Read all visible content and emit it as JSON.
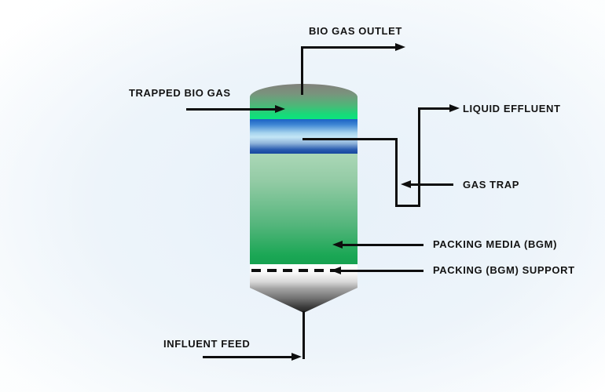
{
  "labels": {
    "bio_gas_outlet": "BIO GAS OUTLET",
    "trapped_bio_gas": "TRAPPED BIO GAS",
    "liquid_effluent": "LIQUID EFFLUENT",
    "gas_trap": "GAS TRAP",
    "packing_media": "PACKING MEDIA (BGM)",
    "packing_support": "PACKING (BGM) SUPPORT",
    "influent_feed": "INFLUENT FEED"
  },
  "colors": {
    "background_tint": "#e7f1f9",
    "line": "#0e0e0e",
    "text": "#131313",
    "dome_gray": "#81817b",
    "headspace_green": "#0ce47d",
    "liquid_dark_blue": "#1a62c4",
    "liquid_light_blue": "#c3e6f6",
    "packing_light_green": "#abd7b7",
    "packing_dark_green": "#16a150",
    "support_white": "#ffffff",
    "support_gray": "#ababab",
    "cone_dark_gray": "#222222"
  }
}
